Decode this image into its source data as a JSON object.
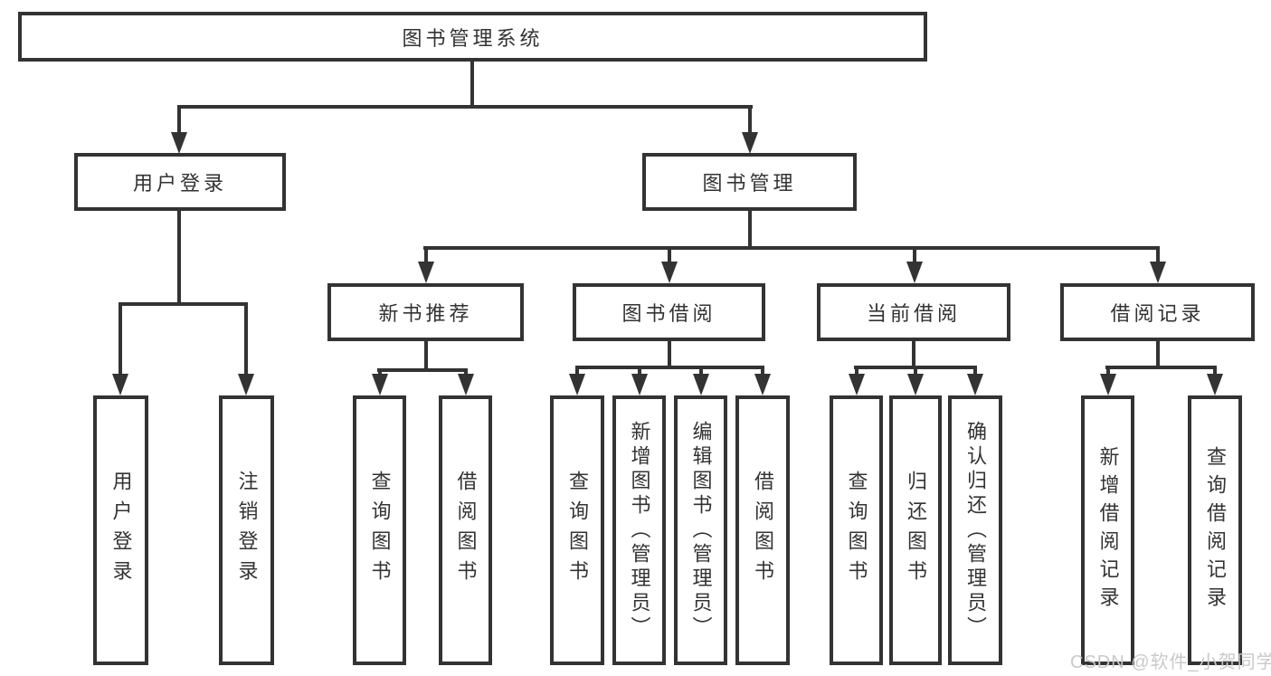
{
  "tree": {
    "label": "图书管理系统",
    "children": [
      {
        "label": "用户登录",
        "children": [
          {
            "label": "用户登录"
          },
          {
            "label": "注销登录"
          }
        ]
      },
      {
        "label": "图书管理",
        "children": [
          {
            "label": "新书推荐",
            "children": [
              {
                "label": "查询图书"
              },
              {
                "label": "借阅图书"
              }
            ]
          },
          {
            "label": "图书借阅",
            "children": [
              {
                "label": "查询图书"
              },
              {
                "label": "新增图书（管理员）"
              },
              {
                "label": "编辑图书（管理员）"
              },
              {
                "label": "借阅图书"
              }
            ]
          },
          {
            "label": "当前借阅",
            "children": [
              {
                "label": "查询图书"
              },
              {
                "label": "归还图书"
              },
              {
                "label": "确认归还（管理员）"
              }
            ]
          },
          {
            "label": "借阅记录",
            "children": [
              {
                "label": "新增借阅记录"
              },
              {
                "label": "查询借阅记录"
              }
            ]
          }
        ]
      }
    ]
  },
  "watermark": "CSDN @软件_小贺同学",
  "colors": {
    "line": "#333333",
    "box_border": "#333333",
    "box_background": "#ffffff",
    "text": "#333333",
    "watermark_text": "#c9c9c9"
  }
}
